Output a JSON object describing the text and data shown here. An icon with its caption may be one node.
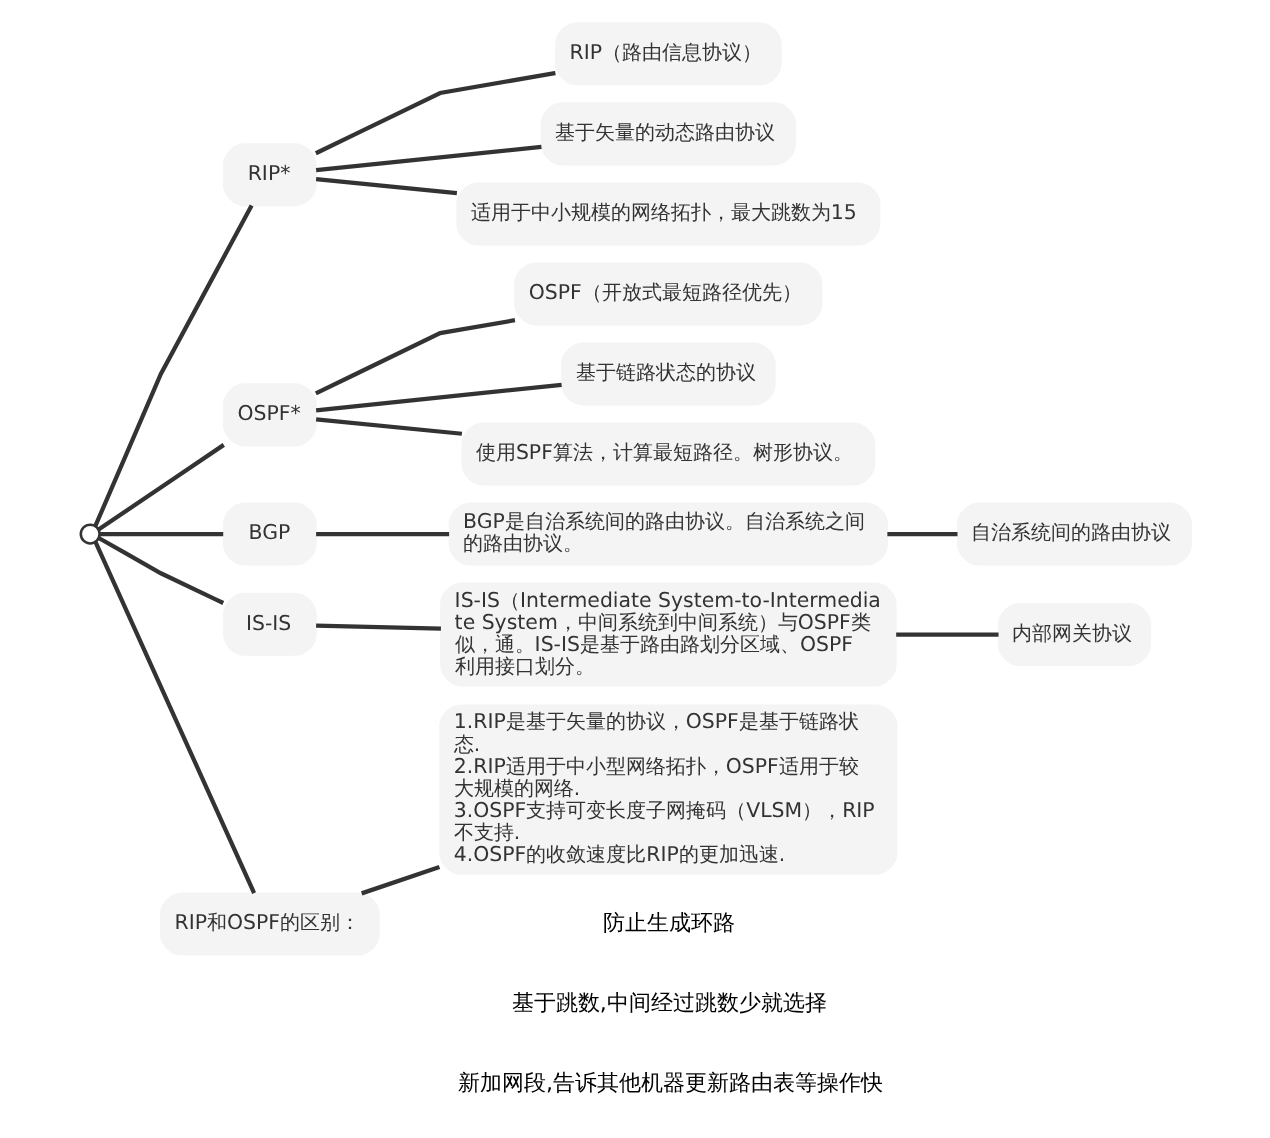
{
  "diagram": {
    "nodes": [
      {
        "text": [],
        "shape": "circle"
      },
      {
        "text": [
          "RIP*"
        ]
      },
      {
        "text": [
          "RIP（路由信息协议）"
        ]
      },
      {
        "text": [
          "基于矢量的动态路由协议"
        ]
      },
      {
        "text": [
          "适用于中小规模的网络拓扑，最大跳数为15"
        ]
      },
      {
        "text": [
          "OSPF*"
        ]
      },
      {
        "text": [
          "OSPF（开放式最短路径优先）"
        ]
      },
      {
        "text": [
          "基于链路状态的协议"
        ]
      },
      {
        "text": [
          "使用SPF算法，计算最短路径。树形协议。"
        ]
      },
      {
        "text": [
          "BGP"
        ]
      },
      {
        "text": [
          "BGP是自治系统间的路由协议。自治系统之间的路由协议。"
        ]
      },
      {
        "text": [
          "自治系统间的路由协议"
        ]
      },
      {
        "text": [
          "IS-IS"
        ]
      },
      {
        "text": [
          "IS-IS（Intermediate System-to-Intermediate System，中间系统到中间系统）与OSPF类似，通。IS-IS是基于路由路划分区域、OSPF利用接口划分。"
        ]
      },
      {
        "text": [
          "内部网关协议"
        ]
      },
      {
        "text": [
          "RIP和OSPF的区别："
        ]
      },
      {
        "text": [
          "1.RIP是基于矢量的协议，OSPF是基于链路状态.",
          "2.RIP适用于中小型网络拓扑，OSPF适用于较大规模的网络.",
          "3.OSPF支持可变长度子网掩码（VLSM），RIP不支持.",
          "4.OSPF的收敛速度比RIP的更加迅速."
        ]
      }
    ],
    "edges": [
      {
        "from": 0,
        "to": 1,
        "arrow": "none"
      },
      {
        "from": 0,
        "to": 5,
        "arrow": "none"
      },
      {
        "from": 0,
        "to": 9,
        "arrow": "none"
      },
      {
        "from": 0,
        "to": 12,
        "arrow": "none"
      },
      {
        "from": 0,
        "to": 15,
        "arrow": "none"
      },
      {
        "from": 1,
        "to": 2,
        "arrow": "none"
      },
      {
        "from": 1,
        "to": 3,
        "arrow": "none"
      },
      {
        "from": 1,
        "to": 4,
        "arrow": "none"
      },
      {
        "from": 5,
        "to": 6,
        "arrow": "none"
      },
      {
        "from": 5,
        "to": 7,
        "arrow": "none"
      },
      {
        "from": 5,
        "to": 8,
        "arrow": "none"
      },
      {
        "from": 9,
        "to": 10,
        "arrow": "none"
      },
      {
        "from": 10,
        "to": 11,
        "arrow": "none"
      },
      {
        "from": 12,
        "to": 13,
        "arrow": "none"
      },
      {
        "from": 13,
        "to": 14,
        "arrow": "none"
      },
      {
        "from": 15,
        "to": 16,
        "arrow": "none"
      }
    ],
    "labels": [
      "防止生成环路",
      "基于跳数,中间经过跳数少就选择",
      "新加网段,告诉其他机器更新路由表等操作快"
    ]
  }
}
